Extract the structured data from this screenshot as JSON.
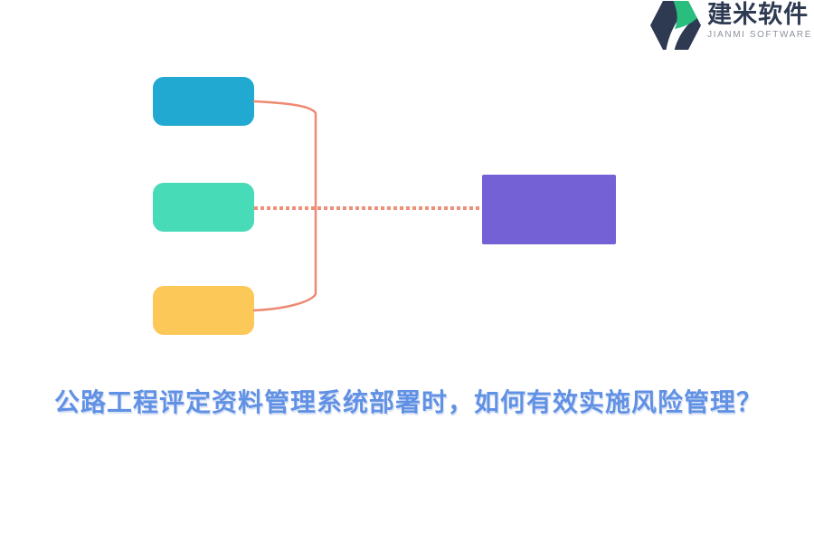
{
  "brand": {
    "name": "建米软件",
    "subtitle": "JIANMI SOFTWARE",
    "icon": "jianmi-hexagon-leaf",
    "colors": {
      "navy": "#2e3a52",
      "green": "#29bd7e",
      "subtitle_gray": "#8c929c"
    }
  },
  "diagram": {
    "boxes": [
      {
        "name": "source-box-1",
        "color": "#21a9d1"
      },
      {
        "name": "source-box-2",
        "color": "#47dbb7"
      },
      {
        "name": "source-box-3",
        "color": "#fcc857"
      },
      {
        "name": "target-box",
        "color": "#7561d6"
      }
    ],
    "connector_color": "#ee8a72"
  },
  "headline": {
    "text": "公路工程评定资料管理系统部署时，如何有效实施风险管理？",
    "color": "#6191e4"
  }
}
